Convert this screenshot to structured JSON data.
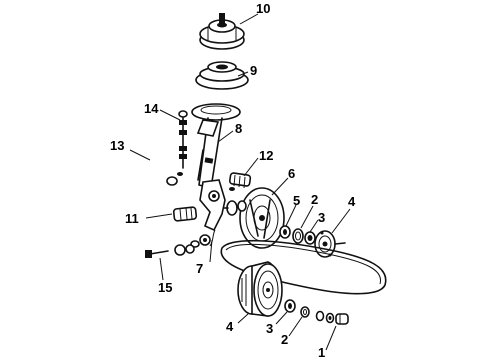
{
  "callouts": {
    "c1": "1",
    "c2a": "2",
    "c2b": "2",
    "c3a": "3",
    "c3b": "3",
    "c4a": "4",
    "c4b": "4",
    "c5": "5",
    "c6": "6",
    "c7": "7",
    "c8": "8",
    "c9": "9",
    "c10": "10",
    "c11": "11",
    "c12": "12",
    "c13": "13",
    "c14": "14",
    "c15": "15"
  }
}
